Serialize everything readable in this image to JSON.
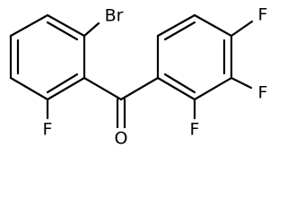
{
  "molecule": {
    "atoms": {
      "bromine": "Br",
      "fluorine_left": "F",
      "oxygen": "O",
      "fluorine_2": "F",
      "fluorine_3": "F",
      "fluorine_4": "F"
    }
  }
}
